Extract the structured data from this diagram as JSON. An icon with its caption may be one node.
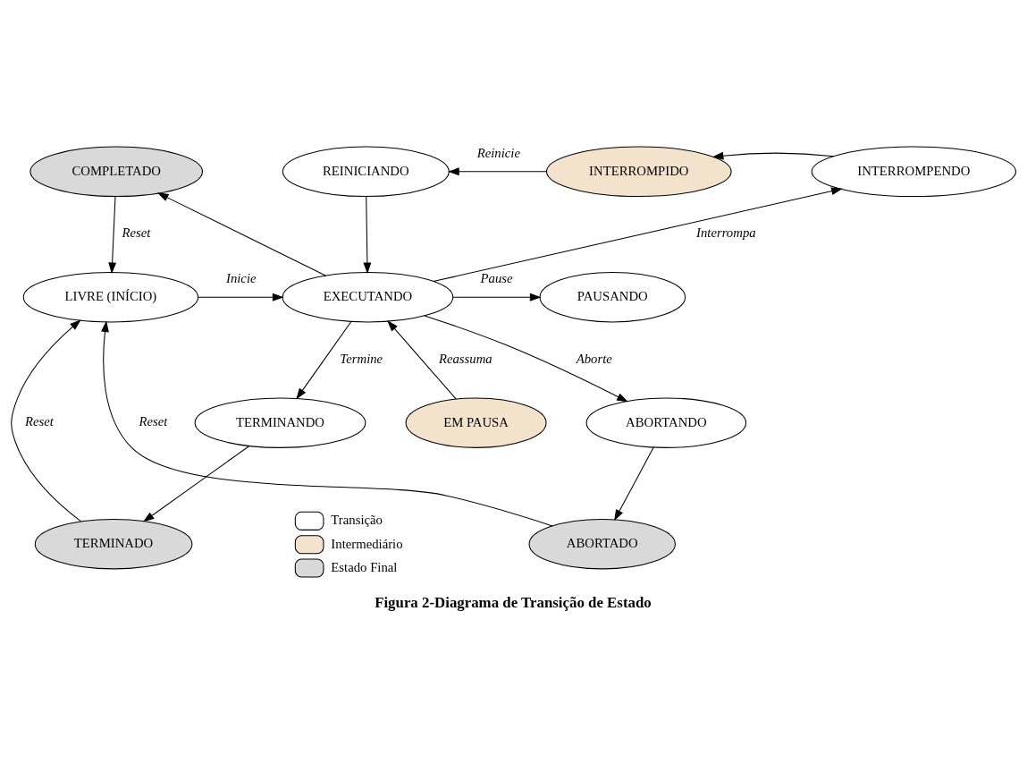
{
  "diagram": {
    "caption": "Figura 2-Diagrama de Transição de Estado",
    "nodes": [
      {
        "text": [
          "COMPLETADO"
        ]
      },
      {
        "text": [
          "REINICIANDO"
        ]
      },
      {
        "text": [
          "INTERROMPIDO"
        ]
      },
      {
        "text": [
          "INTERROMPENDO"
        ]
      },
      {
        "text": [
          "LIVRE (INÍCIO)"
        ]
      },
      {
        "text": [
          "EXECUTANDO"
        ]
      },
      {
        "text": [
          "PAUSANDO"
        ]
      },
      {
        "text": [
          "ABORTANDO"
        ]
      },
      {
        "text": [
          "TERMINANDO"
        ]
      },
      {
        "text": [
          "EM PAUSA"
        ]
      },
      {
        "text": [
          "ABORTADO"
        ]
      },
      {
        "text": [
          "TERMINADO"
        ]
      }
    ],
    "edges": [
      {
        "from": 3,
        "to": 2,
        "arrow": "to"
      },
      {
        "from": 2,
        "to": 1,
        "arrow": "to",
        "label": "Reinicie"
      },
      {
        "from": 1,
        "to": 5,
        "arrow": "to"
      },
      {
        "from": 5,
        "to": 0,
        "arrow": "to"
      },
      {
        "from": 0,
        "to": 4,
        "arrow": "to",
        "label": "Reset"
      },
      {
        "from": 4,
        "to": 5,
        "arrow": "to",
        "label": "Inicie"
      },
      {
        "from": 5,
        "to": 3,
        "arrow": "to",
        "label": "Interrompa"
      },
      {
        "from": 5,
        "to": 6,
        "arrow": "to",
        "label": "Pause"
      },
      {
        "from": 9,
        "to": 5,
        "arrow": "to",
        "label": "Reassuma"
      },
      {
        "from": 5,
        "to": 7,
        "arrow": "to",
        "label": "Aborte"
      },
      {
        "from": 5,
        "to": 8,
        "arrow": "to",
        "label": "Termine"
      },
      {
        "from": 7,
        "to": 10,
        "arrow": "to"
      },
      {
        "from": 8,
        "to": 11,
        "arrow": "to"
      },
      {
        "from": 10,
        "to": 4,
        "arrow": "to",
        "label": "Reset"
      },
      {
        "from": 11,
        "to": 4,
        "arrow": "to",
        "label": "Reset"
      }
    ],
    "legend": [
      {
        "text": "Transição",
        "color": "#ffffff"
      },
      {
        "text": "Intermediário",
        "color": "#f3e3cc"
      },
      {
        "text": "Estado Final",
        "color": "#d9d9d9"
      }
    ]
  }
}
